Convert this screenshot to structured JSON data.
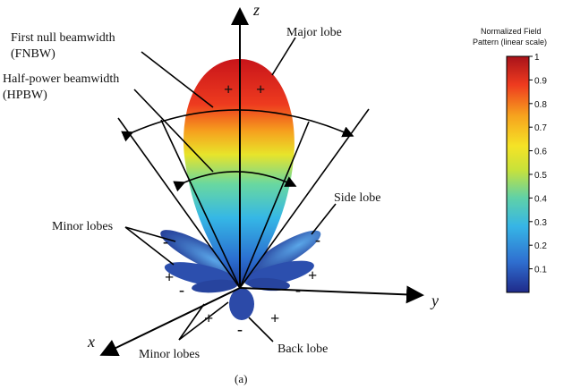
{
  "annotations": {
    "fnbw_line1": "First null beamwidth",
    "fnbw_line2": "(FNBW)",
    "hpbw_line1": "Half-power beamwidth",
    "hpbw_line2": "(HPBW)",
    "major_lobe": "Major lobe",
    "side_lobe": "Side lobe",
    "minor_lobes_left": "Minor lobes",
    "minor_lobes_bottom": "Minor lobes",
    "back_lobe": "Back lobe"
  },
  "axes": {
    "x": "x",
    "y": "y",
    "z": "z"
  },
  "signs": {
    "plus": "+",
    "minus": "-"
  },
  "caption": "(a)",
  "colorbar": {
    "title_line1": "Normalized Field",
    "title_line2": "Pattern (linear scale)",
    "ticks": [
      "1",
      "0.9",
      "0.8",
      "0.7",
      "0.6",
      "0.5",
      "0.4",
      "0.3",
      "0.2",
      "0.1"
    ],
    "colors": [
      "#1f2a8a",
      "#2f6fd0",
      "#36b5e6",
      "#5fd1a8",
      "#c8e23a",
      "#f5e326",
      "#f6a21e",
      "#ee3b1f",
      "#a8121a"
    ]
  }
}
